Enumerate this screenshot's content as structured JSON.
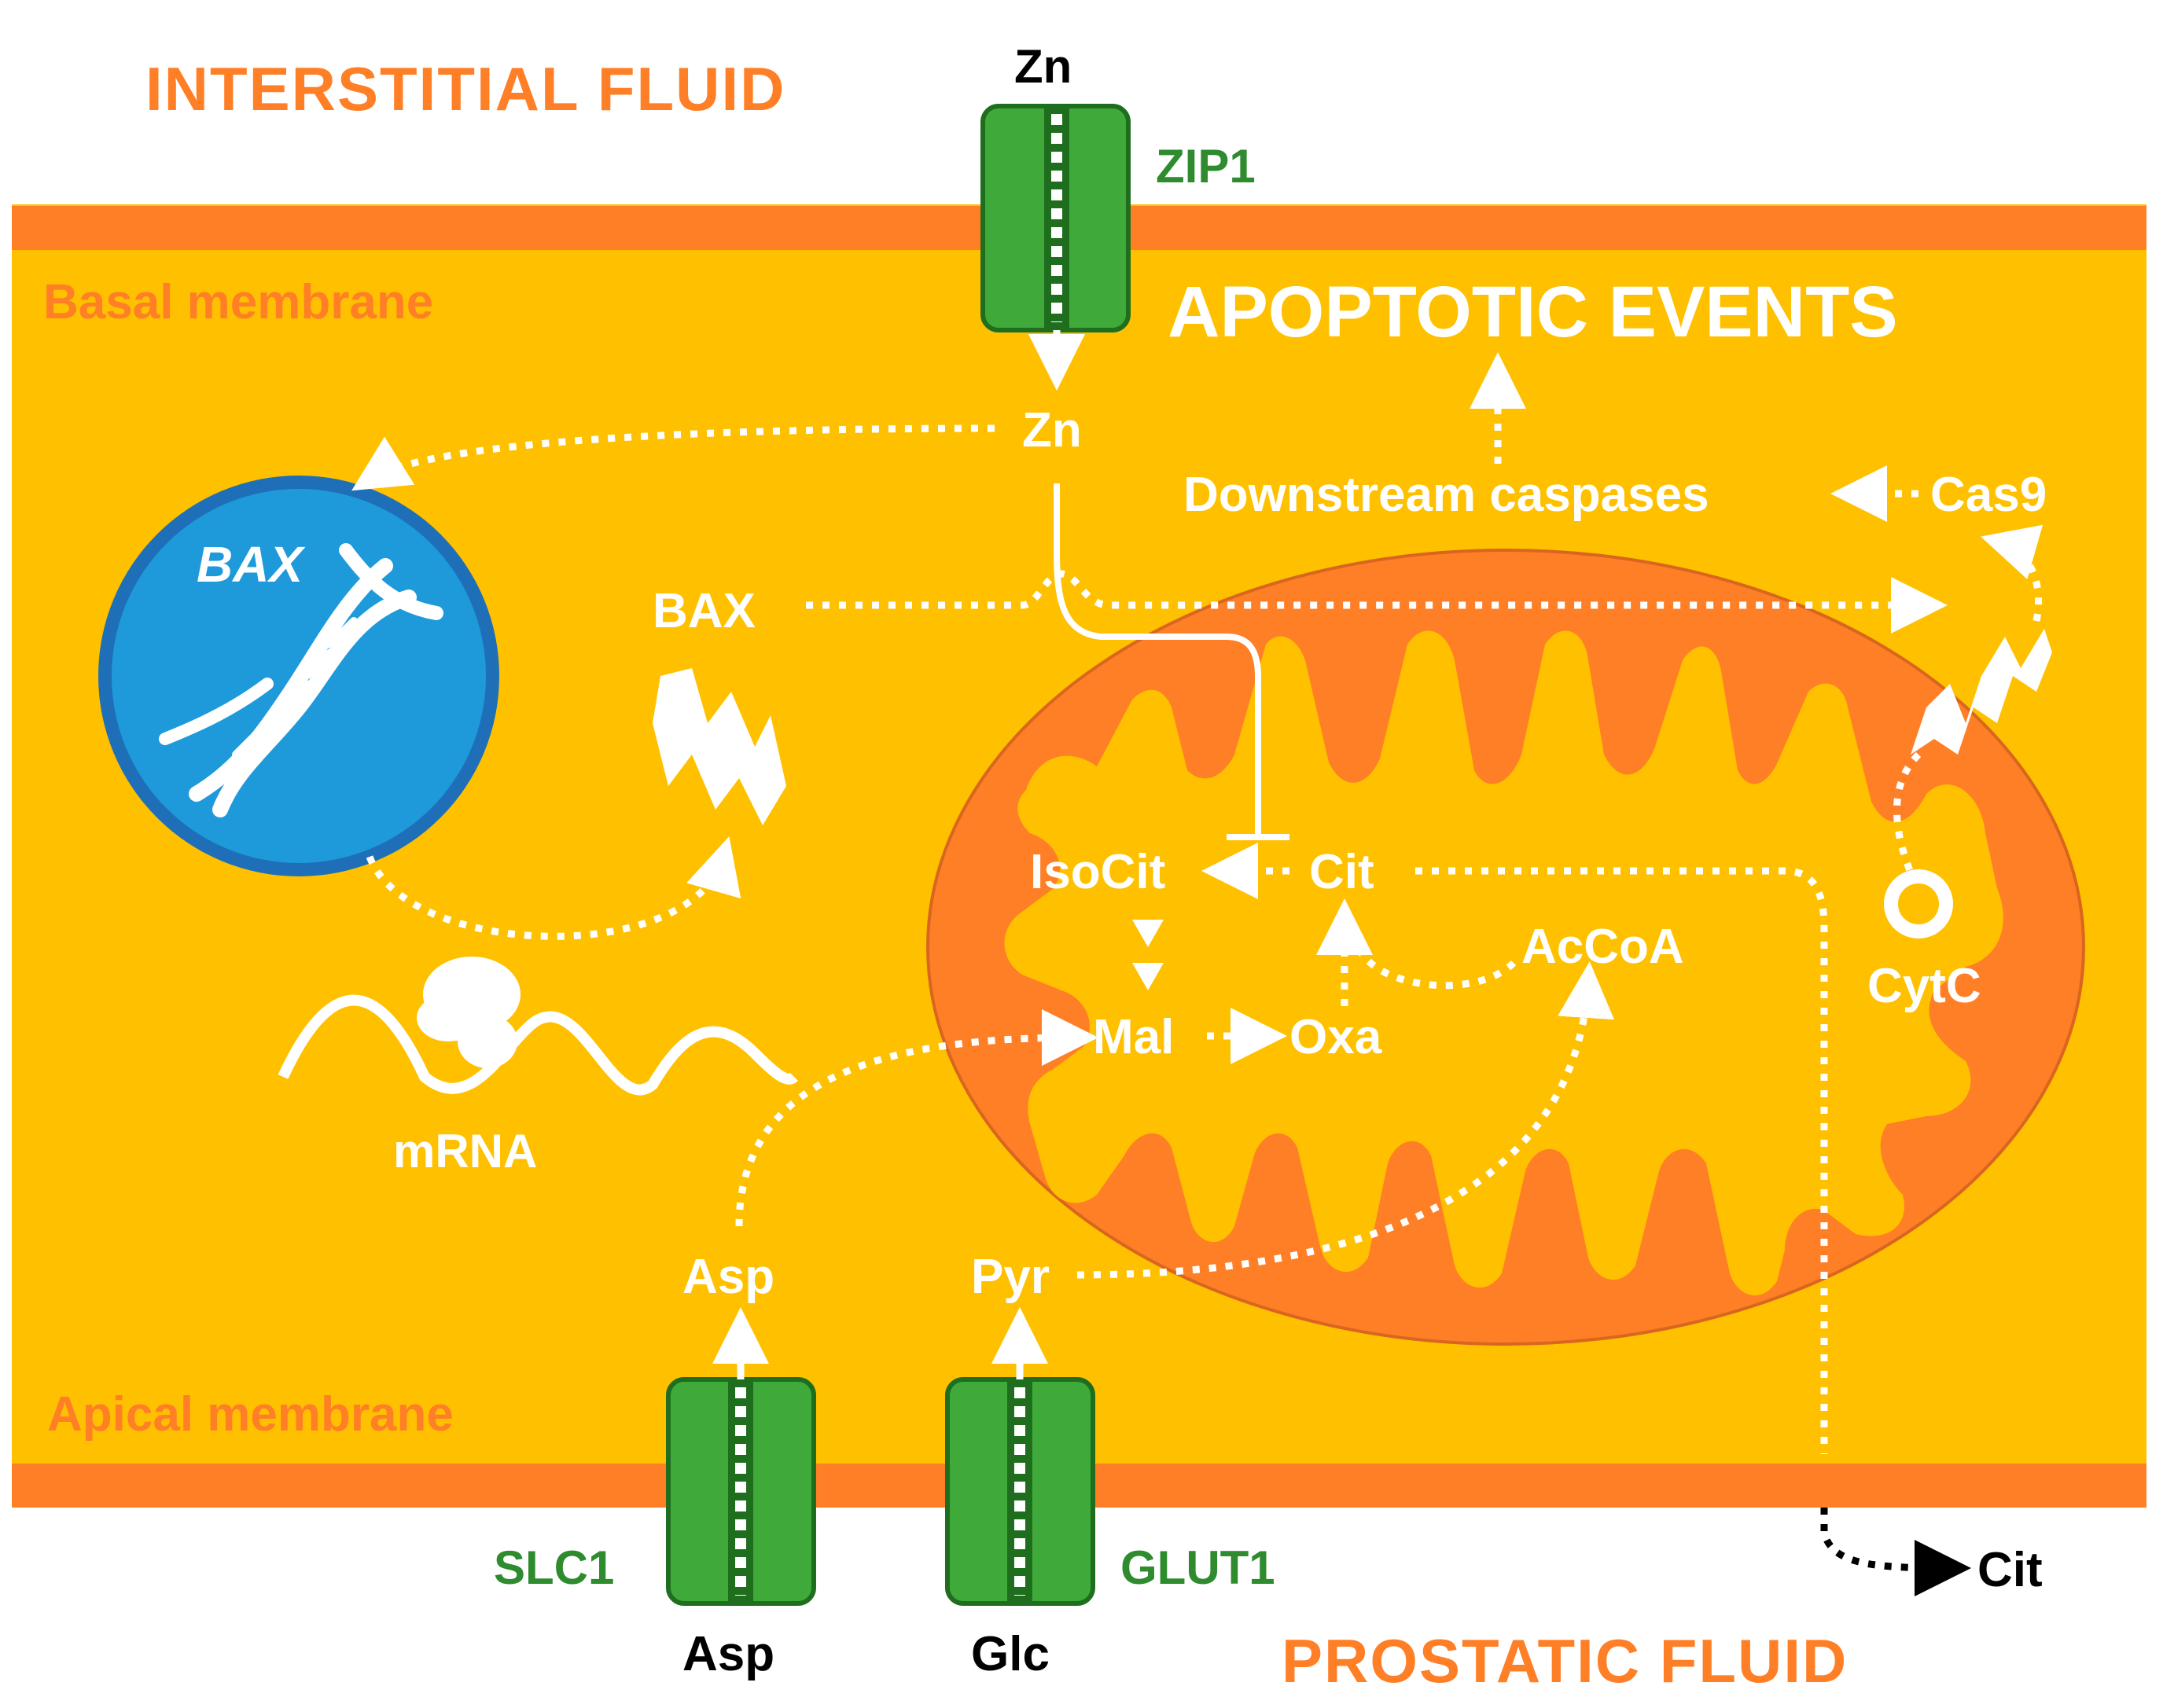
{
  "colors": {
    "cytoplasm": "#FFC000",
    "membrane": "#FF7F27",
    "mito_outer": "#FF7F27",
    "transporter": "#3FAA3A",
    "transporter_dark": "#1E6E1E",
    "transporter_label": "#2E8B2E",
    "nucleus": "#1E9ADB",
    "nucleus_rim": "#1F6FB8",
    "white": "#FFFFFF",
    "black": "#000000",
    "orange_title": "#FF7F27"
  },
  "regions": {
    "interstitial_fluid": "INTERSTITIAL FLUID",
    "prostatic_fluid": "PROSTATIC FLUID",
    "basal_membrane": "Basal membrane",
    "apical_membrane": "Apical membrane",
    "apoptotic_events": "APOPTOTIC EVENTS"
  },
  "transporters": {
    "zip1": {
      "label": "ZIP1",
      "substrate": "Zn"
    },
    "slc1": {
      "label": "SLC1",
      "substrate": "Asp"
    },
    "glut1": {
      "label": "GLUT1",
      "substrate": "Glc"
    }
  },
  "nodes": {
    "zn_cyto": "Zn",
    "bax_gene": "BAX",
    "bax_protein": "BAX",
    "mrna": "mRNA",
    "downstream_caspases": "Downstream caspases",
    "cas9": "Cas9",
    "isocit": "IsoCit",
    "cit": "Cit",
    "acooa": "AcCoA",
    "mal": "Mal",
    "oxa": "Oxa",
    "cytc": "CytC",
    "asp_cyto": "Asp",
    "pyr": "Pyr",
    "cit_out": "Cit"
  },
  "icons": [
    "dna-icon",
    "protein-helix-icon",
    "ribosome-icon",
    "cytochrome-ring-icon"
  ]
}
